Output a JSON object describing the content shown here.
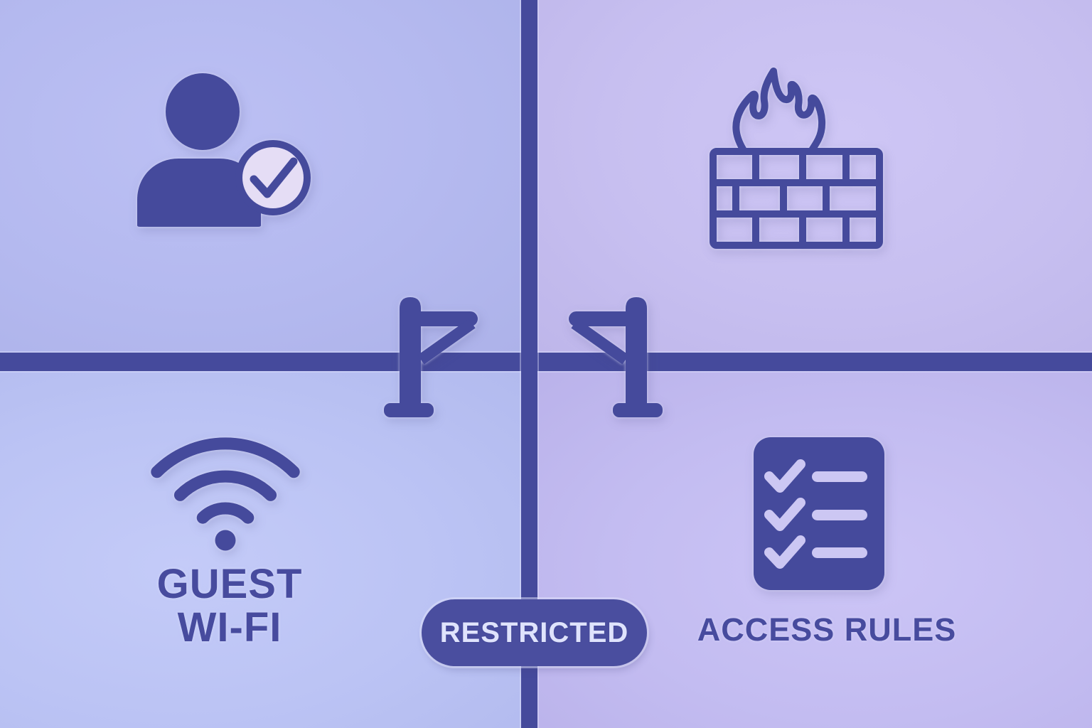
{
  "diagram": {
    "labels": {
      "guest_wifi_line1": "GUEST",
      "guest_wifi_line2": "WI-FI",
      "access_rules": "ACCESS RULES",
      "restricted": "RESTRICTED"
    },
    "icons": {
      "top_left": "user-check-icon",
      "top_right": "firewall-icon",
      "bottom_left": "wifi-icon",
      "bottom_right": "checklist-icon",
      "center_left": "barrier-gate-icon",
      "center_right": "barrier-gate-icon"
    },
    "colors": {
      "ink": "#454a9c",
      "divider": "#454a9c",
      "badge_bg": "#4a4e9f",
      "badge_text": "#dfe3fc",
      "top_left_bg": "#b4b9ef",
      "top_right_bg": "#c7bff0",
      "bottom_left_bg": "#bbc3f4",
      "bottom_right_bg": "#c3bcf1",
      "check_circle_fill": "#e5ddf5",
      "checklist_marks": "#ccc7f3"
    }
  }
}
